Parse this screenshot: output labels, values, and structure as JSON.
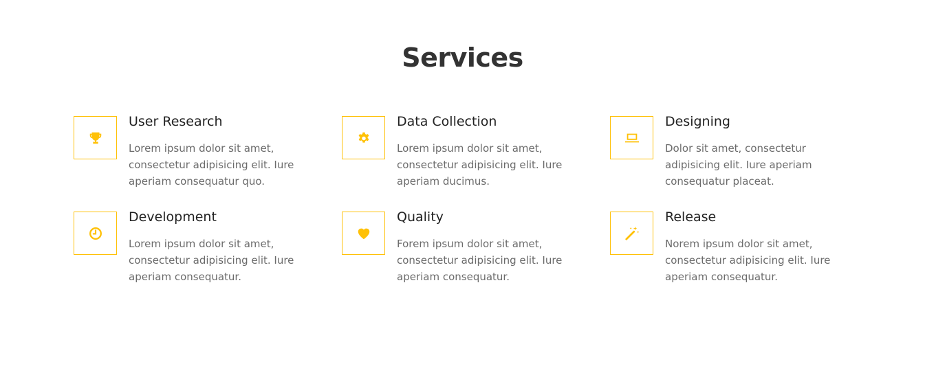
{
  "section": {
    "title": "Services"
  },
  "accent_color": "#ffc107",
  "services": [
    {
      "title": "User Research",
      "description": "Lorem ipsum dolor sit amet, consectetur adipisicing elit. Iure aperiam consequatur quo.",
      "icon": "trophy-icon"
    },
    {
      "title": "Data Collection",
      "description": "Lorem ipsum dolor sit amet, consectetur adipisicing elit. Iure aperiam ducimus.",
      "icon": "gear-icon"
    },
    {
      "title": "Designing",
      "description": "Dolor sit amet, consectetur adipisicing elit. Iure aperiam consequatur placeat.",
      "icon": "laptop-icon"
    },
    {
      "title": "Development",
      "description": "Lorem ipsum dolor sit amet, consectetur adipisicing elit. Iure aperiam consequatur.",
      "icon": "clock-icon"
    },
    {
      "title": "Quality",
      "description": "Forem ipsum dolor sit amet, consectetur adipisicing elit. Iure aperiam consequatur.",
      "icon": "heart-icon"
    },
    {
      "title": "Release",
      "description": "Norem ipsum dolor sit amet, consectetur adipisicing elit. Iure aperiam consequatur.",
      "icon": "magic-wand-icon"
    }
  ]
}
